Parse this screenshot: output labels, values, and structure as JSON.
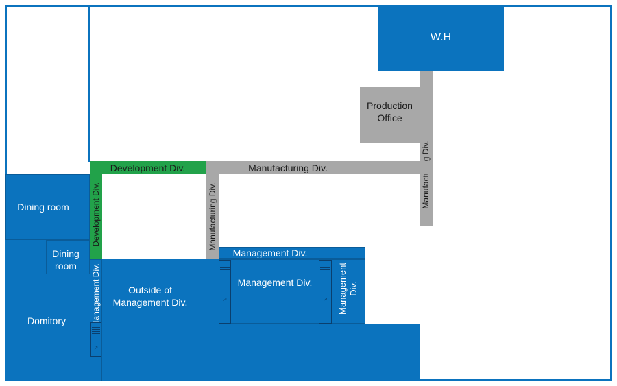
{
  "diagram": {
    "rooms": {
      "warehouse": "W.H",
      "production_office": "Production\nOffice",
      "dining_room_large": "Dining room",
      "dining_room_small": "Dining\nroom",
      "dormitory": "Domitory",
      "outside_management": "Outside of\nManagement Div.",
      "management_center": "Management Div.",
      "management_right": "Management\nDiv."
    },
    "corridors": {
      "development_horizontal": "Development Div.",
      "development_vertical": "Development Div.",
      "manufacturing_horizontal": "Manufacturing Div.",
      "manufacturing_vertical_left": "Manufacturing Div.",
      "manufacturing_vertical_right": "Manufacturing Div.",
      "management_horizontal": "Management Div.",
      "management_vertical": "Management Div."
    },
    "colors": {
      "management": "#0b73be",
      "manufacturing": "#a8a8a8",
      "development": "#22a24a",
      "outline": "#0b73be"
    }
  }
}
